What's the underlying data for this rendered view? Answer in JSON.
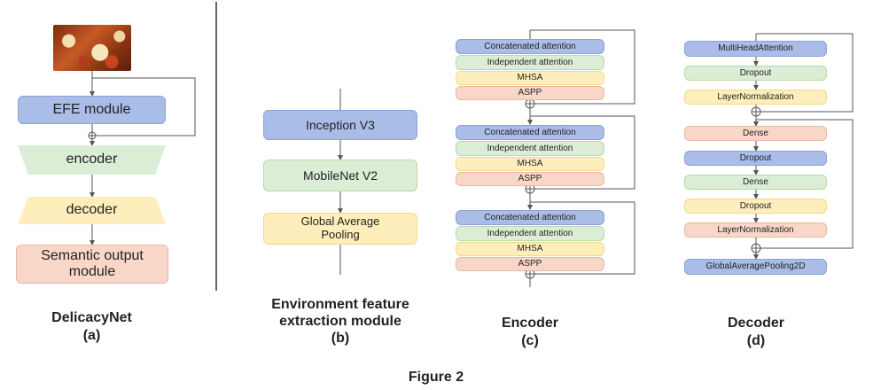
{
  "panel_a": {
    "blocks": {
      "efe": "EFE module",
      "encoder": "encoder",
      "decoder": "decoder",
      "semantic": "Semantic output module"
    },
    "caption_title": "DelicacyNet",
    "caption_label": "(a)"
  },
  "panel_b": {
    "blocks": {
      "inception": "Inception V3",
      "mobilenet": "MobileNet V2",
      "pooling": "Global Average Pooling"
    },
    "caption_title_line1": "Environment feature",
    "caption_title_line2": "extraction module",
    "caption_label": "(b)"
  },
  "panel_c": {
    "stack": {
      "concat": "Concatenated attention",
      "independent": "Independent attention",
      "mhsa": "MHSA",
      "aspp": "ASPP"
    },
    "caption_title": "Encoder",
    "caption_label": "(c)"
  },
  "panel_d": {
    "blocks": {
      "mha": "MultiHeadAttention",
      "dropout1": "Dropout",
      "layernorm1": "LayerNormalization",
      "dense1": "Dense",
      "dropout2": "Dropout",
      "dense2": "Dense",
      "dropout3": "Dropout",
      "layernorm2": "LayerNormalization",
      "gap2d": "GlobalAveragePooling2D"
    },
    "caption_title": "Decoder",
    "caption_label": "(d)"
  },
  "figure_caption": "Figure 2",
  "colors": {
    "blue": "#a9bde8",
    "green": "#dcedd6",
    "yellow": "#fdeebc",
    "pink": "#f8d7c8",
    "divider": "#666666"
  }
}
